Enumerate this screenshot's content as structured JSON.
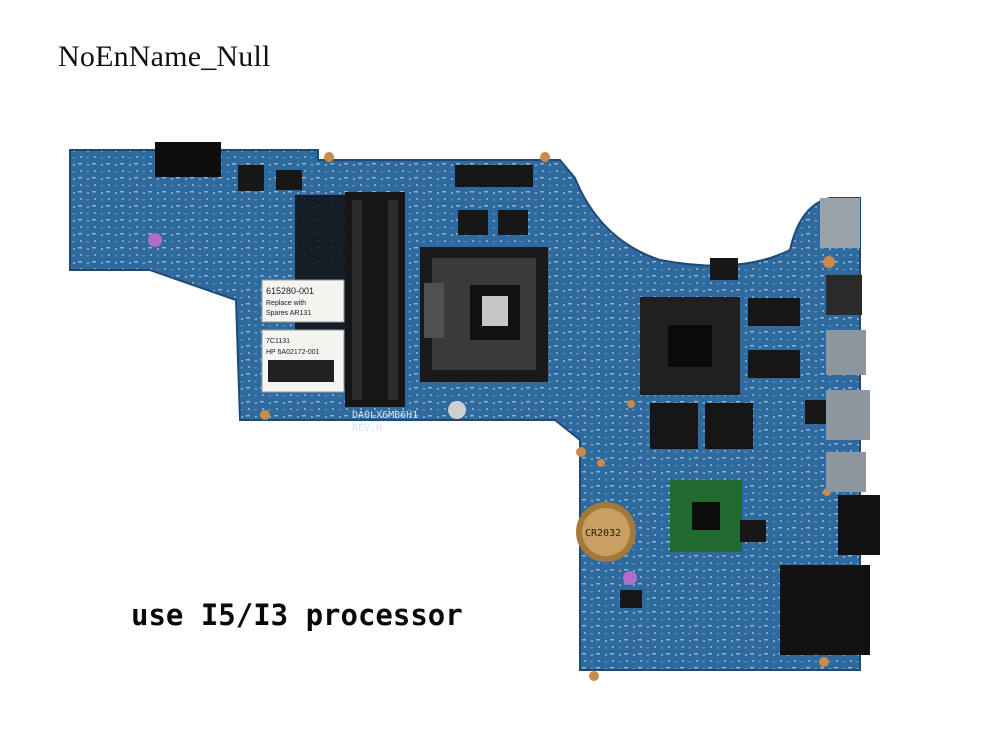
{
  "watermark": "NoEnName_Null",
  "caption": "use I5/I3 processor",
  "board": {
    "model_marking": "DA0LX6MB6H1",
    "revision": "REV:H",
    "sticker_part": "615280-001",
    "sticker_line1": "Replace with",
    "sticker_line2": "Spares AR131",
    "barcode_part": "HP 6A02172-001",
    "barcode_serial": "7C1131",
    "battery_marking": "CR2032"
  },
  "colors": {
    "pcb": "#2f6a9e",
    "pcb_dark": "#214f7a",
    "socket": "#1a1a1a",
    "chip": "#111111",
    "pad": "#c98a4a",
    "port": "#9aa3ab"
  }
}
